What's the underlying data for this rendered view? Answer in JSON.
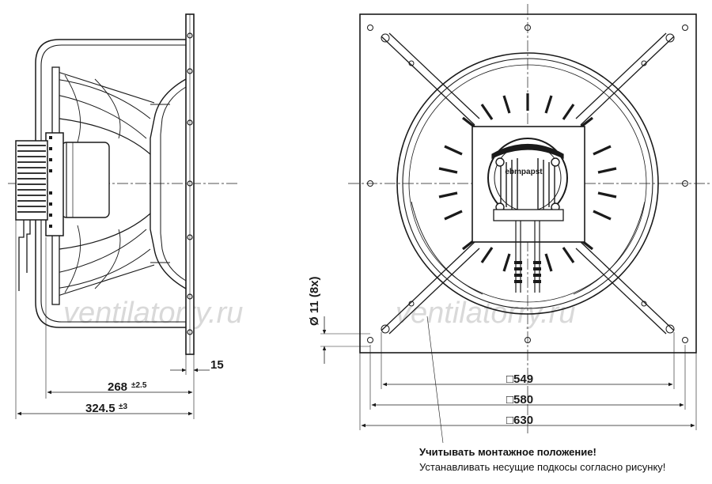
{
  "watermark": "ventilatorry.ru",
  "side_view": {
    "dim_flange_thickness": "15",
    "dim_depth": "268",
    "dim_depth_tolerance": "±2.5",
    "dim_total_depth": "324.5",
    "dim_total_depth_tolerance": "±3"
  },
  "front_view": {
    "hole_label": "Ø 11 (8x)",
    "dim_hole_spacing": "□549",
    "dim_plate_inner": "□580",
    "dim_plate_outer": "□630",
    "motor_brand": "ebmpapst"
  },
  "notes": {
    "warning": "Учитывать монтажное положение!",
    "instruction": "Устанавливать несущие подкосы согласно рисунку!"
  }
}
